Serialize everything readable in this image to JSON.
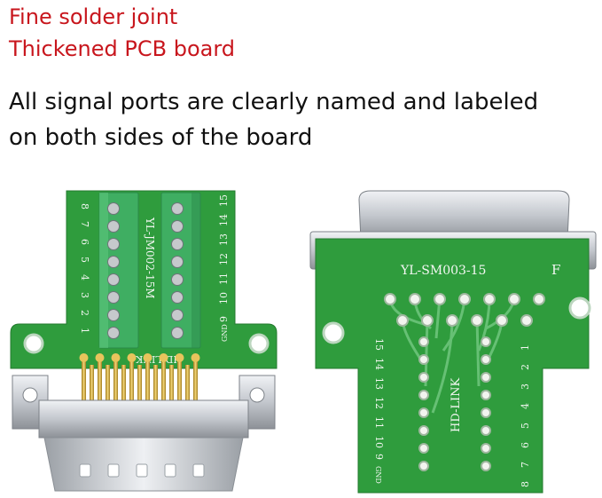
{
  "headline": {
    "line1": "Fine solder joint",
    "line2": "Thickened PCB board"
  },
  "description": {
    "line1": "All signal ports are clearly named and labeled",
    "line2": "on both sides of the board"
  },
  "left_board": {
    "model": "YL-JM002-15M",
    "brand": "HD-LINK",
    "pins_left": [
      "8",
      "7",
      "6",
      "5",
      "4",
      "3",
      "2",
      "1"
    ],
    "pins_right": [
      "GND",
      "9",
      "10",
      "11",
      "12",
      "13",
      "14",
      "15"
    ]
  },
  "right_board": {
    "model": "YL-SM003-15",
    "mark": "F",
    "brand": "HD-LINK",
    "pins_left": [
      "15",
      "14",
      "13",
      "12",
      "11",
      "10",
      "9",
      "GND"
    ],
    "pins_right": [
      "1",
      "2",
      "3",
      "4",
      "5",
      "6",
      "7",
      "8"
    ]
  },
  "colors": {
    "headline": "#c8161d",
    "pcb_green": "#2f9c3d",
    "terminal_green": "#3fae62",
    "metal": "#c9ccd1"
  }
}
